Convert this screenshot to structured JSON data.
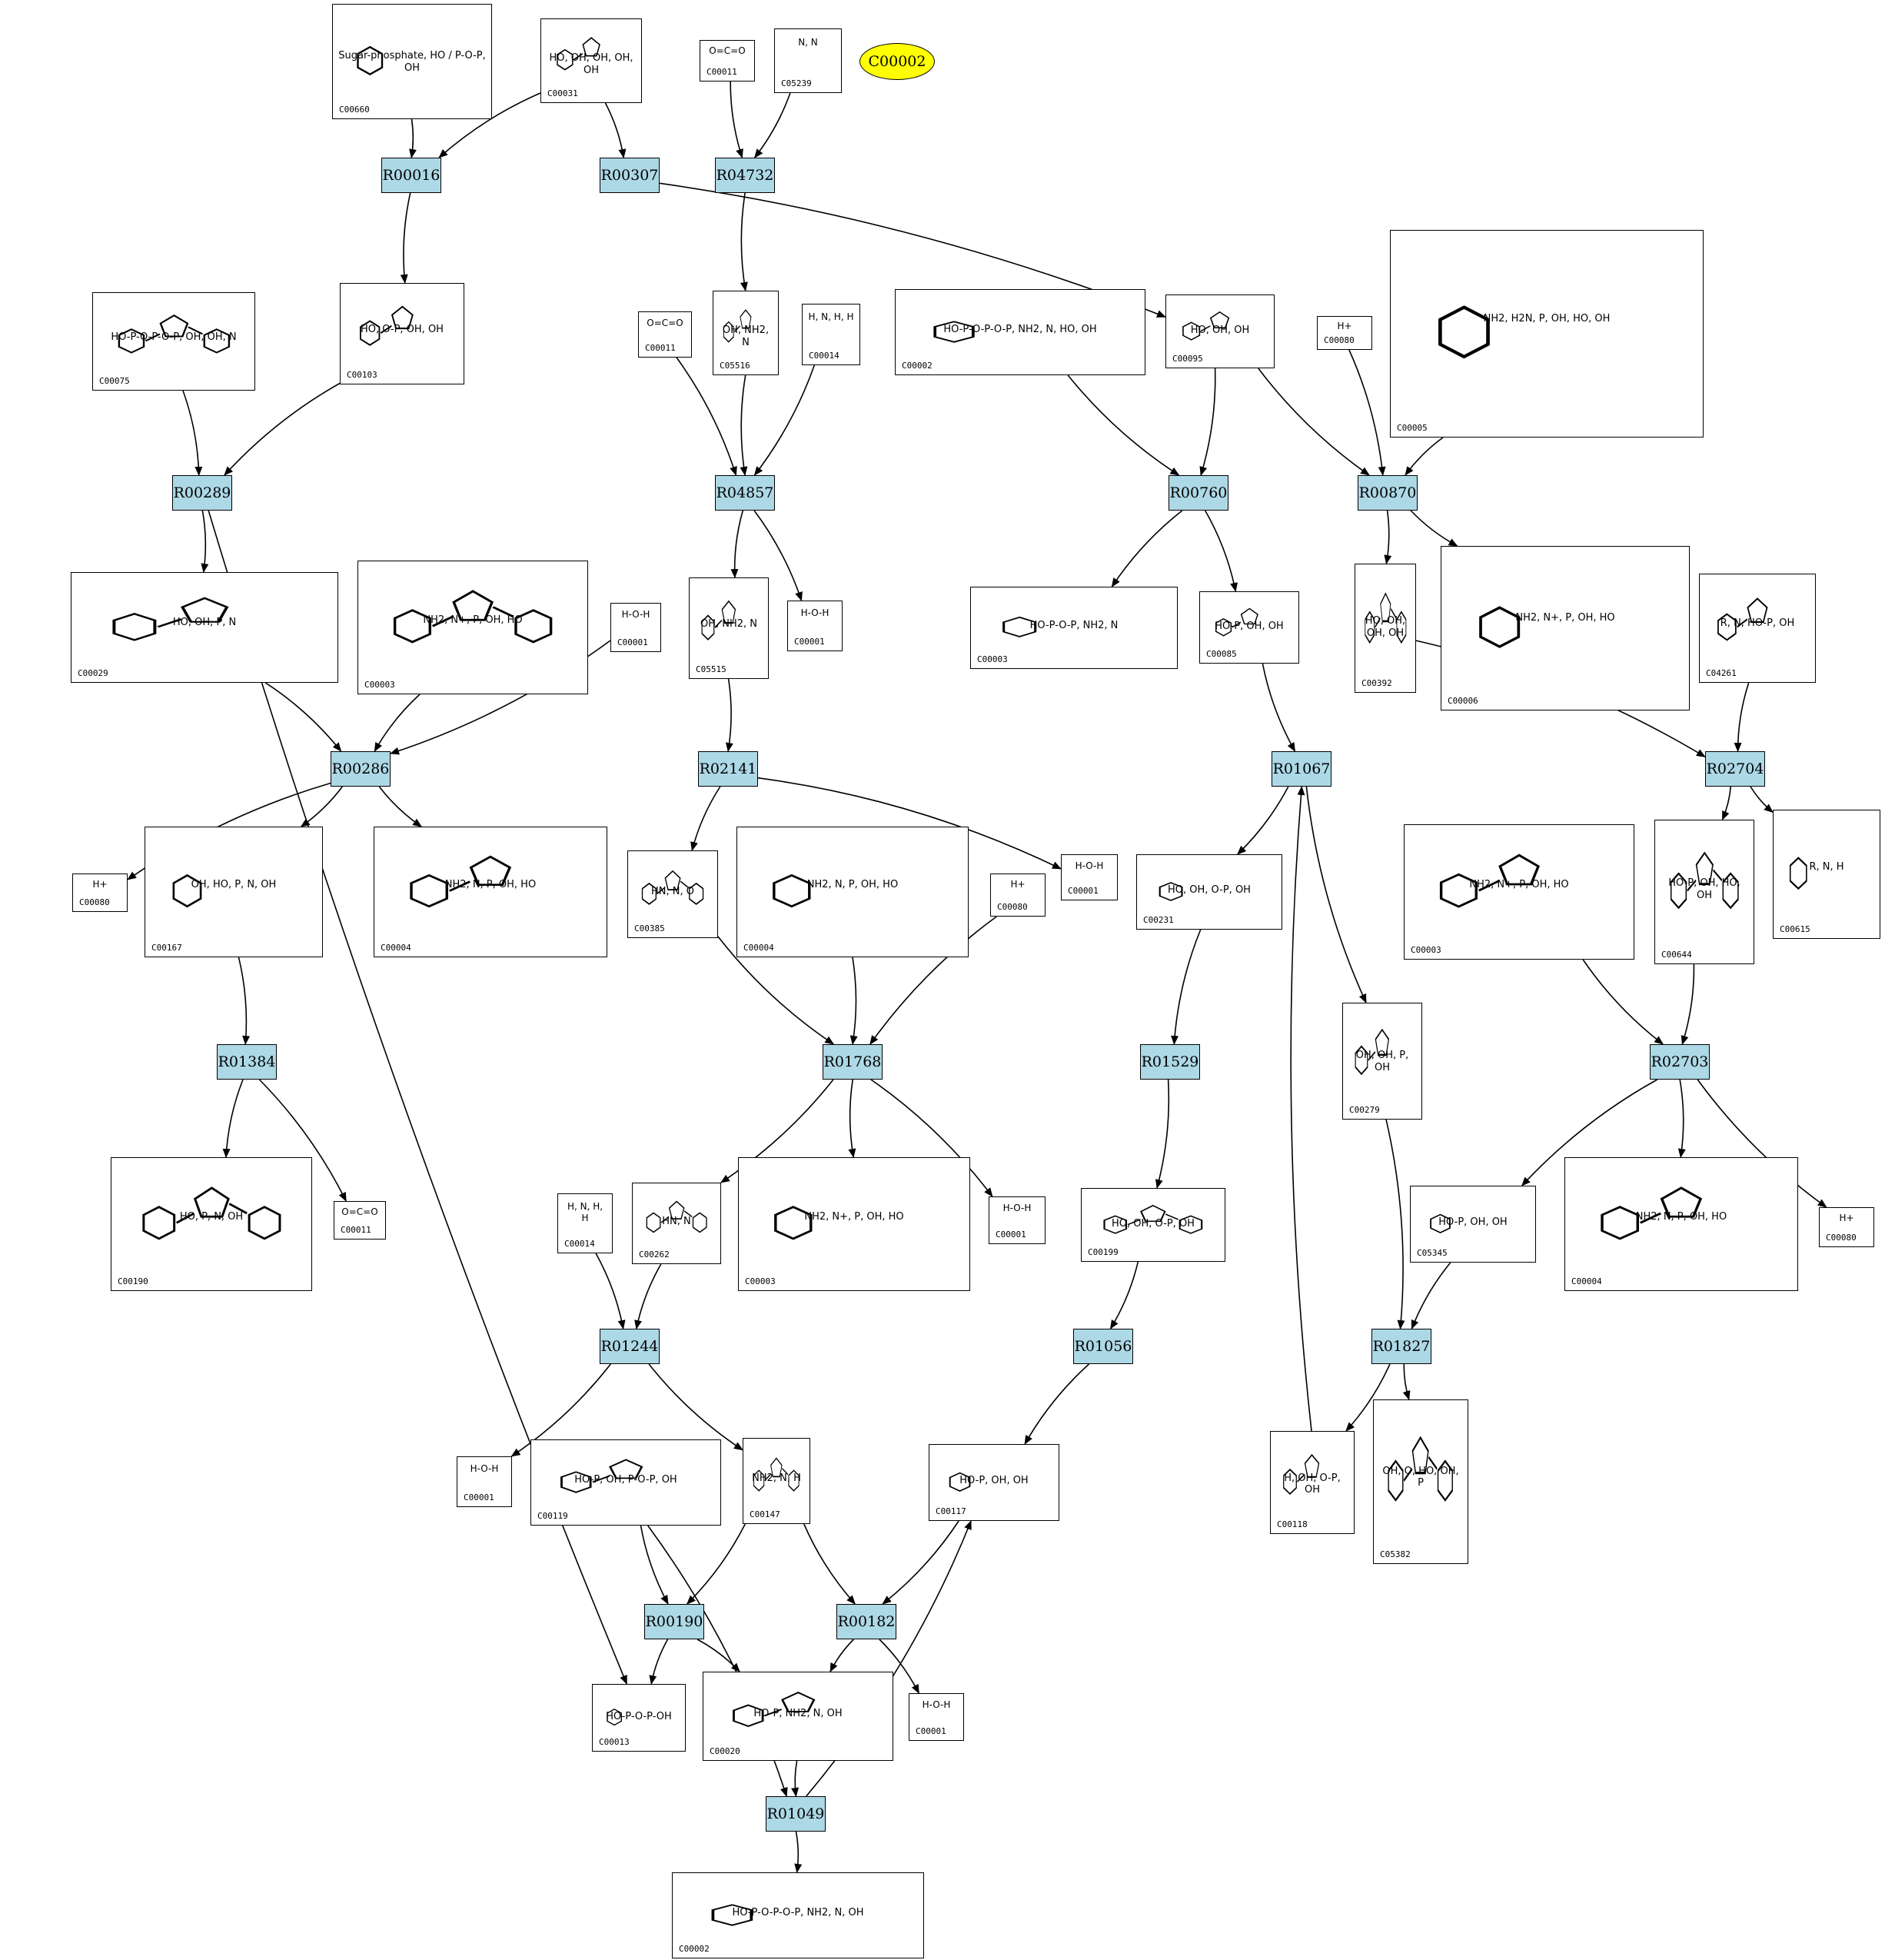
{
  "colors": {
    "reaction_fill": "#add8e6",
    "selected_fill": "#ffff00",
    "compound_fill": "#ffffff",
    "stroke": "#000000"
  },
  "selected_compound": "C00002",
  "reactions": [
    "R00016",
    "R00307",
    "R04732",
    "R04857",
    "R00760",
    "R00870",
    "R00289",
    "R00286",
    "R02141",
    "R01067",
    "R02704",
    "R01384",
    "R01768",
    "R01529",
    "R02703",
    "R01244",
    "R01056",
    "R01827",
    "R00190",
    "R00182",
    "R01049"
  ],
  "compounds": [
    {
      "label": "C00660",
      "mol": "Sugar-phosphate, HO / P-O-P, OH"
    },
    {
      "label": "C00031",
      "mol": "HO, OH, OH, OH, OH"
    },
    {
      "label": "C00011",
      "mol": "O=C=O"
    },
    {
      "label": "C05239",
      "mol": "N, N"
    },
    {
      "label": "C00103",
      "mol": "HO, O-P, OH, OH"
    },
    {
      "label": "C00075",
      "mol": "HO-P-O-P-O-P, OH, OH, N"
    },
    {
      "label": "C00011",
      "mol": "O=C=O"
    },
    {
      "label": "C05516",
      "mol": "OH, NH2, N"
    },
    {
      "label": "C00014",
      "mol": "H, N, H, H"
    },
    {
      "label": "C00002",
      "mol": "HO-P-O-P-O-P, NH2, N, HO, OH"
    },
    {
      "label": "C00095",
      "mol": "HO, OH, OH"
    },
    {
      "label": "C00080",
      "mol": "H+"
    },
    {
      "label": "C00005",
      "mol": "NH2, H2N, P, OH, HO, OH"
    },
    {
      "label": "C00029",
      "mol": "HO, OH, P, N"
    },
    {
      "label": "C00003",
      "mol": "NH2, N+, P, OH, HO"
    },
    {
      "label": "C00001",
      "mol": "H-O-H"
    },
    {
      "label": "C05515",
      "mol": "OH, NH2, N"
    },
    {
      "label": "C00001",
      "mol": "H-O-H"
    },
    {
      "label": "C00003",
      "mol": "HO-P-O-P, NH2, N"
    },
    {
      "label": "C00085",
      "mol": "HO-P, OH, OH"
    },
    {
      "label": "C00392",
      "mol": "HO, OH, OH, OH"
    },
    {
      "label": "C00006",
      "mol": "NH2, N+, P, OH, HO"
    },
    {
      "label": "C04261",
      "mol": "R, N, HO-P, OH"
    },
    {
      "label": "C00080",
      "mol": "H+"
    },
    {
      "label": "C00167",
      "mol": "OH, HO, P, N, OH"
    },
    {
      "label": "C00004",
      "mol": "NH2, N, P, OH, HO"
    },
    {
      "label": "C00385",
      "mol": "HN, N, O"
    },
    {
      "label": "C00004",
      "mol": "NH2, N, P, OH, HO"
    },
    {
      "label": "C00080",
      "mol": "H+"
    },
    {
      "label": "C00001",
      "mol": "H-O-H"
    },
    {
      "label": "C00231",
      "mol": "HO, OH, O-P, OH"
    },
    {
      "label": "C00003",
      "mol": "NH2, N+, P, OH, HO"
    },
    {
      "label": "C00644",
      "mol": "HO-P, OH, HO, OH"
    },
    {
      "label": "C00615",
      "mol": "R, N, H"
    },
    {
      "label": "C00279",
      "mol": "OH, OH, P, OH"
    },
    {
      "label": "C00190",
      "mol": "HO, P, N, OH"
    },
    {
      "label": "C00011",
      "mol": "O=C=O"
    },
    {
      "label": "C00014",
      "mol": "H, N, H, H"
    },
    {
      "label": "C00262",
      "mol": "HN, N"
    },
    {
      "label": "C00003",
      "mol": "NH2, N+, P, OH, HO"
    },
    {
      "label": "C00001",
      "mol": "H-O-H"
    },
    {
      "label": "C00199",
      "mol": "HO, OH, O-P, OH"
    },
    {
      "label": "C05345",
      "mol": "HO-P, OH, OH"
    },
    {
      "label": "C00004",
      "mol": "NH2, N, P, OH, HO"
    },
    {
      "label": "C00080",
      "mol": "H+"
    },
    {
      "label": "C00001",
      "mol": "H-O-H"
    },
    {
      "label": "C00119",
      "mol": "HO-P, OH, P-O-P, OH"
    },
    {
      "label": "C00147",
      "mol": "NH2, N, H"
    },
    {
      "label": "C00117",
      "mol": "HO-P, OH, OH"
    },
    {
      "label": "C00118",
      "mol": "H, OH, O-P, OH"
    },
    {
      "label": "C05382",
      "mol": "OH, O, HO, OH, P"
    },
    {
      "label": "C00013",
      "mol": "HO-P-O-P-OH"
    },
    {
      "label": "C00020",
      "mol": "HO-P, NH2, N, OH"
    },
    {
      "label": "C00001",
      "mol": "H-O-H"
    },
    {
      "label": "C00002",
      "mol": "HO-P-O-P-O-P, NH2, N, OH"
    }
  ]
}
